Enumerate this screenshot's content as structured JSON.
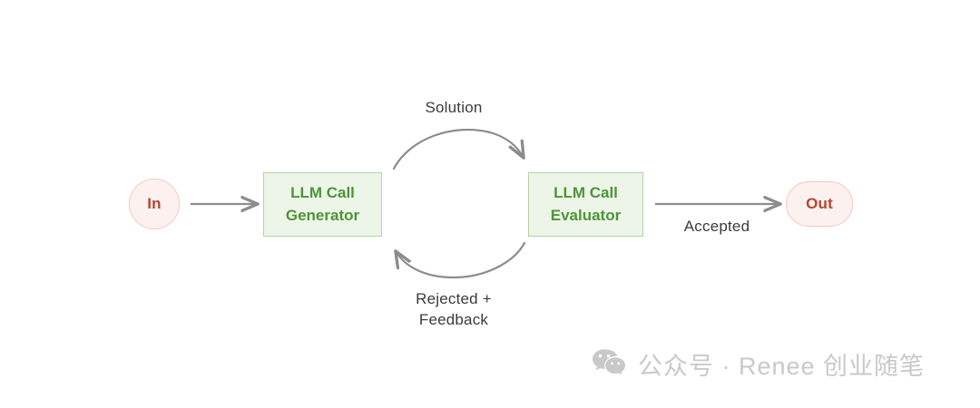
{
  "diagram": {
    "nodes": {
      "input": {
        "label": "In"
      },
      "generator": {
        "line1": "LLM Call",
        "line2": "Generator"
      },
      "evaluator": {
        "line1": "LLM Call",
        "line2": "Evaluator"
      },
      "output": {
        "label": "Out"
      }
    },
    "edges": {
      "solution": {
        "label": "Solution"
      },
      "rejected": {
        "line1": "Rejected +",
        "line2": "Feedback"
      },
      "accepted": {
        "label": "Accepted"
      }
    },
    "colors": {
      "node_terminal_fill": "#fdf1ef",
      "node_terminal_border": "#f2c9c2",
      "node_terminal_text": "#b5452f",
      "process_fill": "#edf5e8",
      "process_border": "#b6d2a4",
      "process_text": "#4e9438",
      "arrow": "#8c8c8c",
      "label_text": "#3b3b3b",
      "background": "#ffffff",
      "watermark": "#c9c9c9"
    }
  },
  "watermark": {
    "icon": "wechat-icon",
    "text": "公众号 · Renee 创业随笔"
  }
}
